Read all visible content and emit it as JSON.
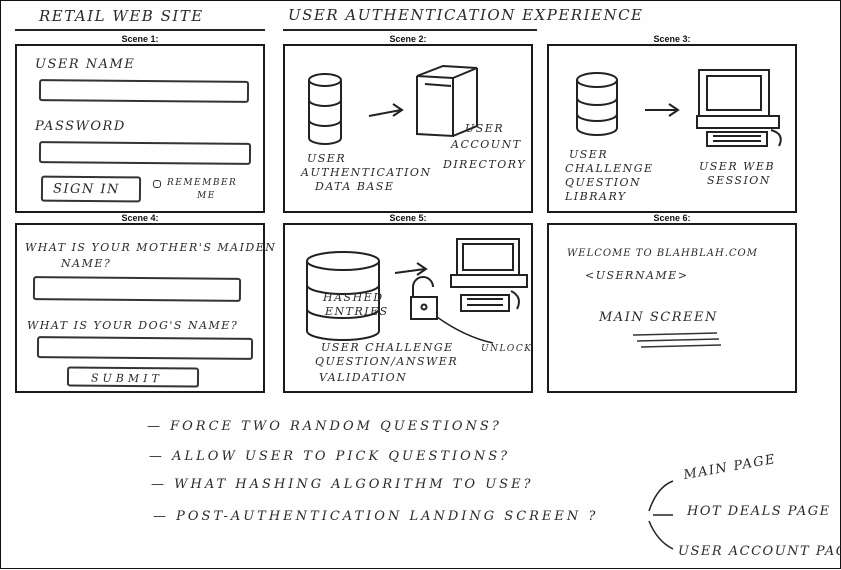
{
  "header": {
    "left_title": "Retail Web Site",
    "right_title": "User Authentication Experience"
  },
  "scenes": [
    {
      "label": "Scene 1:",
      "username_label": "User Name",
      "password_label": "Password",
      "signin_button": "Sign In",
      "remember_line1": "Remember",
      "remember_line2": "Me"
    },
    {
      "label": "Scene 2:",
      "db_line1": "User",
      "db_line2": "Authentication",
      "db_line3": "Data Base",
      "dir_line1": "User",
      "dir_line2": "Account",
      "dir_line3": "Directory"
    },
    {
      "label": "Scene 3:",
      "lib_line1": "User",
      "lib_line2": "Challenge",
      "lib_line3": "Question",
      "lib_line4": "Library",
      "session_line1": "User Web",
      "session_line2": "Session"
    },
    {
      "label": "Scene 4:",
      "question1": "What is your Mother's Maiden",
      "question1_b": "Name?",
      "question2": "What is your Dog's Name?",
      "submit_button": "Submit"
    },
    {
      "label": "Scene 5:",
      "hashed_line1": "Hashed",
      "hashed_line2": "Entries",
      "validation_line1": "User Challenge",
      "validation_line2": "Question/Answer",
      "validation_line3": "Validation",
      "unlock": "Unlock"
    },
    {
      "label": "Scene 6:",
      "welcome": "Welcome to BlahBlah.com",
      "username_placeholder": "<Username>",
      "main_screen": "Main Screen"
    }
  ],
  "notes": [
    "— Force two random questions?",
    "— Allow user to pick questions?",
    "— What hashing algorithm to use?",
    "— Post-authentication landing screen ?"
  ],
  "landing_options": [
    "Main page",
    "Hot deals Page",
    "User Account Page"
  ]
}
